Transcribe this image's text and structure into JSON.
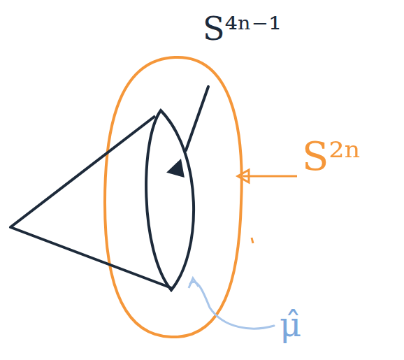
{
  "diagram": {
    "labels": [
      "S⁴ⁿ⁻¹",
      "S²ⁿ",
      "μ̂"
    ]
  }
}
